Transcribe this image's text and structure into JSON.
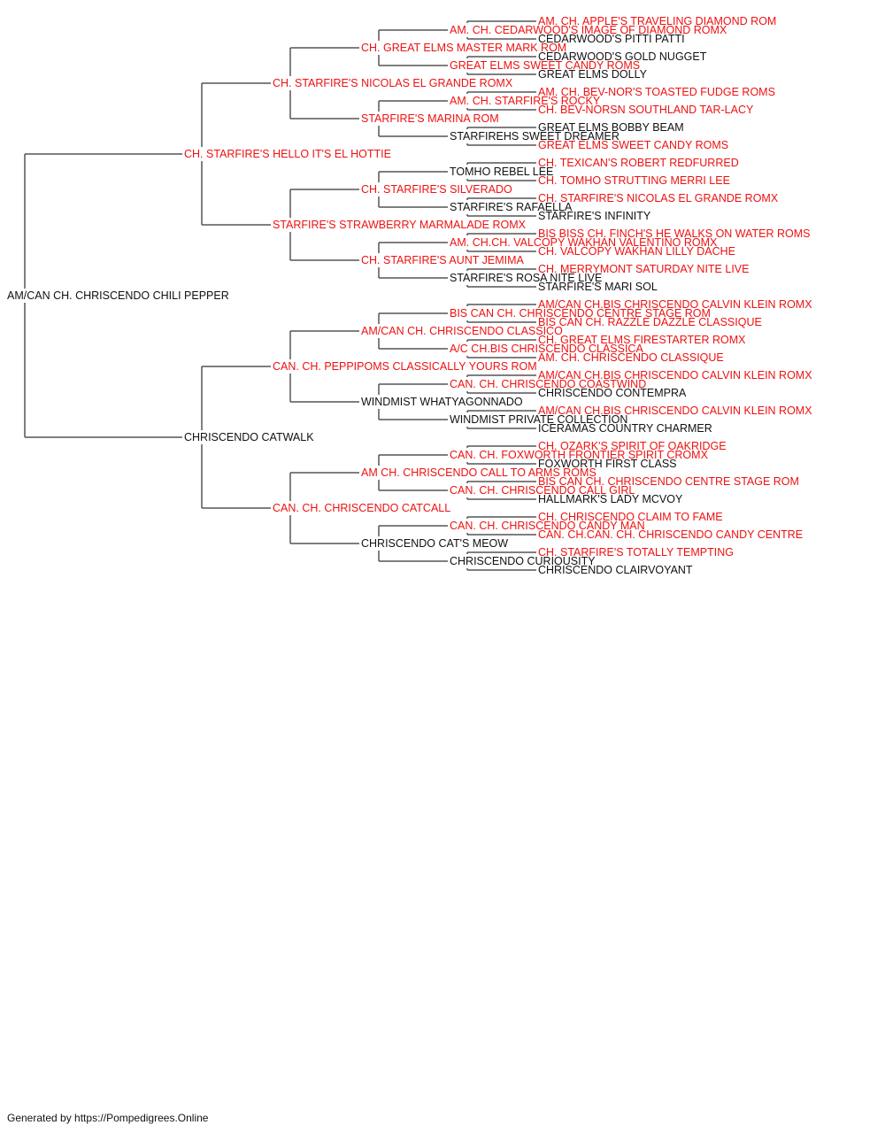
{
  "subject": {
    "name": "AM/CAN CH. CHRISCENDO CHILI PEPPER",
    "champion": false
  },
  "generations": [
    [
      {
        "name": "CH. STARFIRE'S HELLO IT'S EL HOTTIE",
        "champion": true
      },
      {
        "name": "CHRISCENDO CATWALK",
        "champion": false
      }
    ],
    [
      {
        "name": "CH. STARFIRE'S NICOLAS EL GRANDE ROMX",
        "champion": true
      },
      {
        "name": "STARFIRE'S STRAWBERRY MARMALADE ROMX",
        "champion": true
      },
      {
        "name": "CAN. CH. PEPPIPOMS CLASSICALLY YOURS ROM",
        "champion": true
      },
      {
        "name": "CAN. CH. CHRISCENDO CATCALL",
        "champion": true
      }
    ],
    [
      {
        "name": "CH. GREAT ELMS MASTER MARK ROM",
        "champion": true
      },
      {
        "name": "STARFIRE'S MARINA ROM",
        "champion": true
      },
      {
        "name": "CH. STARFIRE'S SILVERADO",
        "champion": true
      },
      {
        "name": "CH. STARFIRE'S AUNT JEMIMA",
        "champion": true
      },
      {
        "name": "AM/CAN CH. CHRISCENDO CLASSICO",
        "champion": true
      },
      {
        "name": "WINDMIST WHATYAGONNADO",
        "champion": false
      },
      {
        "name": "AM CH. CHRISCENDO CALL TO ARMS ROMS",
        "champion": true
      },
      {
        "name": "CHRISCENDO CAT'S MEOW",
        "champion": false
      }
    ],
    [
      {
        "name": "AM. CH. CEDARWOOD'S IMAGE OF DIAMOND ROMX",
        "champion": true
      },
      {
        "name": "GREAT ELMS SWEET CANDY ROMS",
        "champion": true
      },
      {
        "name": "AM. CH. STARFIRE'S ROCKY",
        "champion": true
      },
      {
        "name": "STARFIREHS SWEET DREAMER",
        "champion": false
      },
      {
        "name": "TOMHO REBEL LEE",
        "champion": false
      },
      {
        "name": "STARFIRE'S RAFAELLA",
        "champion": false
      },
      {
        "name": "AM. CH.CH. VALCOPY WAKHAN VALENTINO ROMX",
        "champion": true
      },
      {
        "name": "STARFIRE'S ROSA NITE LIVE",
        "champion": false
      },
      {
        "name": "BIS CAN CH. CHRISCENDO CENTRE STAGE ROM",
        "champion": true
      },
      {
        "name": "A/C CH.BIS CHRISCENDO CLASSICA",
        "champion": true
      },
      {
        "name": "CAN. CH. CHRISCENDO COASTWIND",
        "champion": true
      },
      {
        "name": "WINDMIST PRIVATE COLLECTION",
        "champion": false
      },
      {
        "name": "CAN. CH. FOXWORTH FRONTIER SPIRIT CROMX",
        "champion": true
      },
      {
        "name": "CAN. CH. CHRISCENDO CALL GIRL",
        "champion": true
      },
      {
        "name": "CAN. CH. CHRISCENDO CANDY MAN",
        "champion": true
      },
      {
        "name": "CHRISCENDO CURIOUSITY",
        "champion": false
      }
    ],
    [
      {
        "name": "AM. CH. APPLE'S TRAVELING DIAMOND ROM",
        "champion": true
      },
      {
        "name": "CEDARWOOD'S PITTI PATTI",
        "champion": false
      },
      {
        "name": "CEDARWOOD'S GOLD NUGGET",
        "champion": false
      },
      {
        "name": "GREAT ELMS DOLLY",
        "champion": false
      },
      {
        "name": "AM. CH. BEV-NOR'S TOASTED FUDGE ROMS",
        "champion": true
      },
      {
        "name": "CH. BEV-NORSN SOUTHLAND TAR-LACY",
        "champion": true
      },
      {
        "name": "GREAT ELMS BOBBY BEAM",
        "champion": false
      },
      {
        "name": "GREAT ELMS SWEET CANDY ROMS",
        "champion": true
      },
      {
        "name": "CH. TEXICAN'S ROBERT REDFURRED",
        "champion": true
      },
      {
        "name": "CH. TOMHO STRUTTING MERRI LEE",
        "champion": true
      },
      {
        "name": "CH. STARFIRE'S NICOLAS EL GRANDE ROMX",
        "champion": true
      },
      {
        "name": "STARFIRE'S INFINITY",
        "champion": false
      },
      {
        "name": "BIS BISS CH. FINCH'S HE WALKS ON WATER ROMS",
        "champion": true
      },
      {
        "name": "CH. VALCOPY WAKHAN LILLY DACHE",
        "champion": true
      },
      {
        "name": "CH. MERRYMONT SATURDAY NITE LIVE",
        "champion": true
      },
      {
        "name": "STARFIRE'S MARI SOL",
        "champion": false
      },
      {
        "name": "AM/CAN CH.BIS CHRISCENDO CALVIN KLEIN ROMX",
        "champion": true
      },
      {
        "name": "BIS CAN CH. RAZZLE DAZZLE CLASSIQUE",
        "champion": true
      },
      {
        "name": "CH. GREAT ELMS FIRESTARTER ROMX",
        "champion": true
      },
      {
        "name": "AM. CH. CHRISCENDO CLASSIQUE",
        "champion": true
      },
      {
        "name": "AM/CAN CH.BIS CHRISCENDO CALVIN KLEIN ROMX",
        "champion": true
      },
      {
        "name": "CHRISCENDO CONTEMPRA",
        "champion": false
      },
      {
        "name": "AM/CAN CH.BIS CHRISCENDO CALVIN KLEIN ROMX",
        "champion": true
      },
      {
        "name": "ICERAMAS COUNTRY CHARMER",
        "champion": false
      },
      {
        "name": "CH. OZARK'S SPIRIT OF OAKRIDGE",
        "champion": true
      },
      {
        "name": "FOXWORTH FIRST CLASS",
        "champion": false
      },
      {
        "name": "BIS CAN CH. CHRISCENDO CENTRE STAGE ROM",
        "champion": true
      },
      {
        "name": "HALLMARK'S LADY MCVOY",
        "champion": false
      },
      {
        "name": "CH. CHRISCENDO CLAIM TO FAME",
        "champion": true
      },
      {
        "name": "CAN. CH.CAN. CH. CHRISCENDO CANDY CENTRE",
        "champion": true
      },
      {
        "name": "CH. STARFIRE'S TOTALLY TEMPTING",
        "champion": true
      },
      {
        "name": "CHRISCENDO CLAIRVOYANT",
        "champion": false
      }
    ]
  ],
  "footer": "Generated by https://Pompedigrees.Online",
  "colors": {
    "champion": "#ee1111",
    "plain": "#111111",
    "connector": "#555555"
  }
}
